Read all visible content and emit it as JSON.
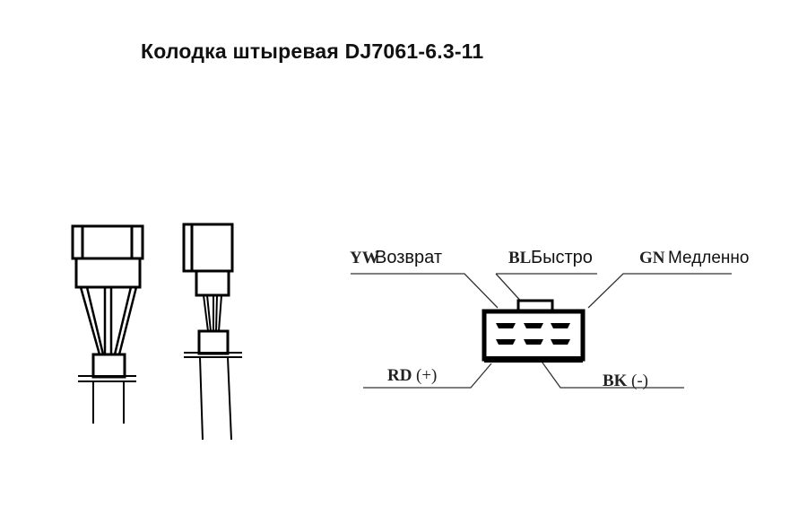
{
  "title": "Колодка штыревая DJ7061-6.3-11",
  "connector": {
    "pins_top": [
      {
        "code": "YW",
        "label": "Возврат"
      },
      {
        "code": "BL",
        "label": "Быстро"
      },
      {
        "code": "GN",
        "label": "Медленно"
      }
    ],
    "pins_bottom": [
      {
        "code": "RD",
        "label": "(+)"
      },
      {
        "code": "BK",
        "label": "(-)"
      }
    ]
  },
  "colors": {
    "line": "#000000",
    "background": "#ffffff"
  }
}
